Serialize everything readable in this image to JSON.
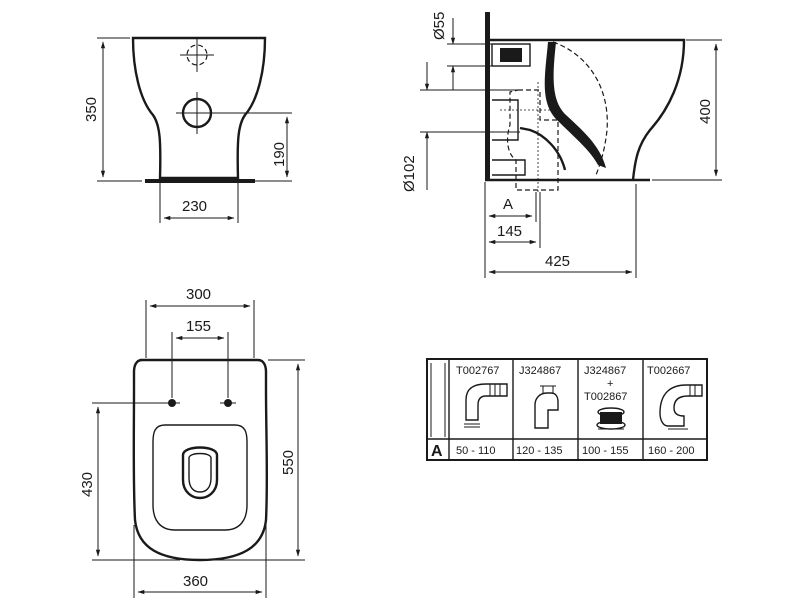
{
  "front_view": {
    "height_total": "350",
    "height_outlet": "190",
    "width_base": "230"
  },
  "side_view": {
    "inlet_diameter": "Ø55",
    "outlet_diameter": "Ø102",
    "height": "400",
    "label_a": "A",
    "depth_outlet": "145",
    "depth_total": "425"
  },
  "top_view": {
    "fixing_width": "300",
    "hole_spacing": "155",
    "length": "550",
    "seat_length": "430",
    "width": "360"
  },
  "connector_table": {
    "row_label": "A",
    "columns": [
      {
        "code": "T002767",
        "code2": "",
        "plus": "",
        "range": "50 - 110"
      },
      {
        "code": "J324867",
        "code2": "",
        "plus": "",
        "range": "120 - 135"
      },
      {
        "code": "J324867",
        "code2": "T002867",
        "plus": "+",
        "range": "100 - 155"
      },
      {
        "code": "T002667",
        "code2": "",
        "plus": "",
        "range": "160 - 200"
      }
    ]
  }
}
